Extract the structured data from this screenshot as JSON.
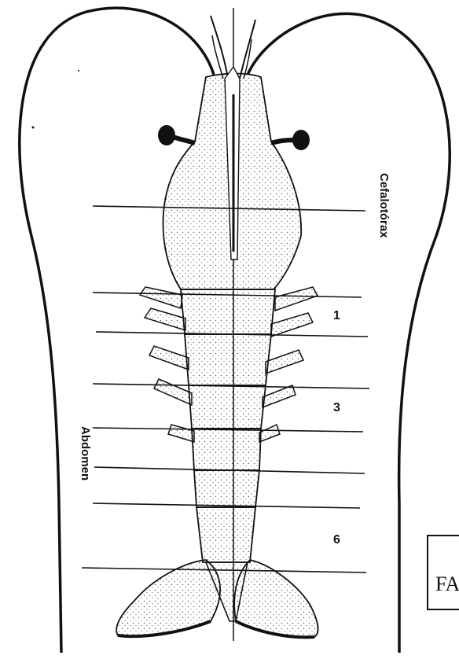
{
  "labels": {
    "cephalothorax": "Cefalotórax",
    "abdomen": "Abdomen",
    "segment_1": "1",
    "segment_3": "3",
    "segment_6": "6",
    "stamp_text": "FA"
  },
  "colors": {
    "ink": "#111111",
    "background": "#ffffff",
    "stipple": "#555555"
  }
}
